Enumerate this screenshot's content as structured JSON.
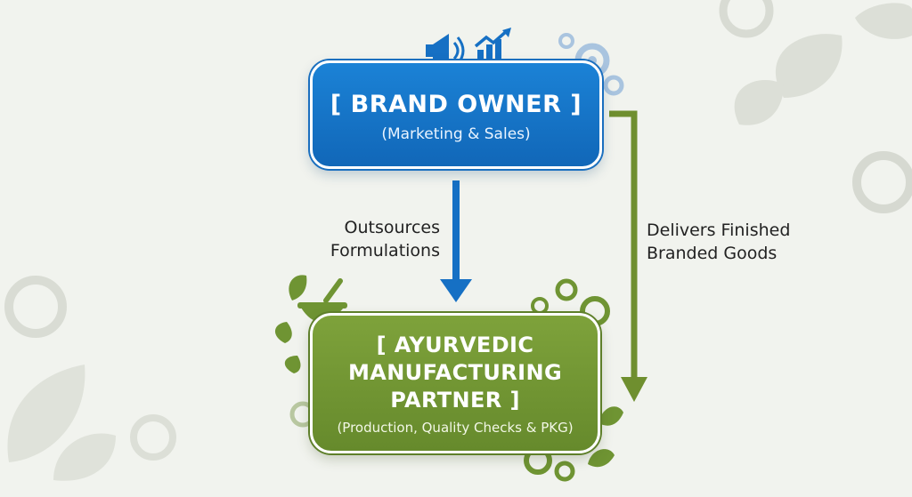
{
  "diagram": {
    "top_node": {
      "title": "[ BRAND OWNER ]",
      "subtitle": "(Marketing & Sales)"
    },
    "bottom_node": {
      "title_line1": "[ AYURVEDIC",
      "title_line2": "MANUFACTURING",
      "title_line3": "PARTNER ]",
      "subtitle": "(Production, Quality Checks & PKG)"
    },
    "edges": {
      "down_label_line1": "Outsources",
      "down_label_line2": "Formulations",
      "return_label_line1": "Delivers Finished",
      "return_label_line2": "Branded Goods"
    },
    "colors": {
      "brand_blue": "#1670c4",
      "mfg_green": "#6f9433",
      "return_arrow": "#6f8f2f",
      "background": "#f1f3ee"
    },
    "icons": [
      "megaphone-icon",
      "growth-chart-icon",
      "gears-icon",
      "mortar-pestle-icon",
      "leaf-icon"
    ]
  }
}
